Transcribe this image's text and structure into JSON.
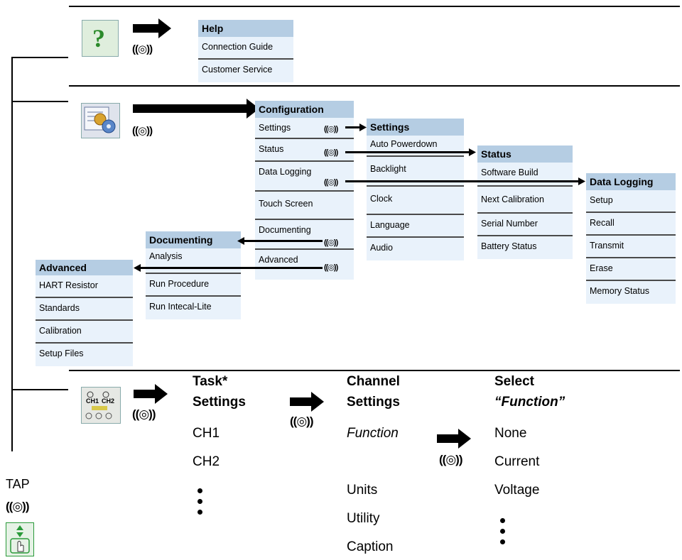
{
  "help": {
    "title": "Help",
    "items": [
      "Connection Guide",
      "Customer Service"
    ]
  },
  "config": {
    "title": "Configuration",
    "items": [
      "Settings",
      "Status",
      "Data Logging",
      "Touch Screen",
      "Documenting",
      "Advanced"
    ]
  },
  "settings": {
    "title": "Settings",
    "items": [
      "Auto Powerdown",
      "Backlight",
      "Clock",
      "Language",
      "Audio"
    ]
  },
  "status": {
    "title": "Status",
    "items": [
      "Software Build",
      "Next Calibration",
      "Serial Number",
      "Battery Status"
    ]
  },
  "datalogging": {
    "title": "Data Logging",
    "items": [
      "Setup",
      "Recall",
      "Transmit",
      "Erase",
      "Memory Status"
    ]
  },
  "documenting": {
    "title": "Documenting",
    "items": [
      "Analysis",
      "Run Procedure",
      "Run Intecal-Lite"
    ]
  },
  "advanced": {
    "title": "Advanced",
    "items": [
      "HART Resistor",
      "Standards",
      "Calibration",
      "Setup Files"
    ]
  },
  "task": {
    "title_line1": "Task*",
    "title_line2": "Settings",
    "items": [
      "CH1",
      "CH2"
    ]
  },
  "channel": {
    "title_line1": "Channel",
    "title_line2": "Settings",
    "function": "Function",
    "items": [
      "Units",
      "Utility",
      "Caption"
    ]
  },
  "select": {
    "title_line1": "Select",
    "title_line2": "“Function”",
    "items": [
      "None",
      "Current",
      "Voltage"
    ]
  },
  "tap_label": "TAP",
  "tap_symbol": "((◎))",
  "help_icon_glyph": "?"
}
